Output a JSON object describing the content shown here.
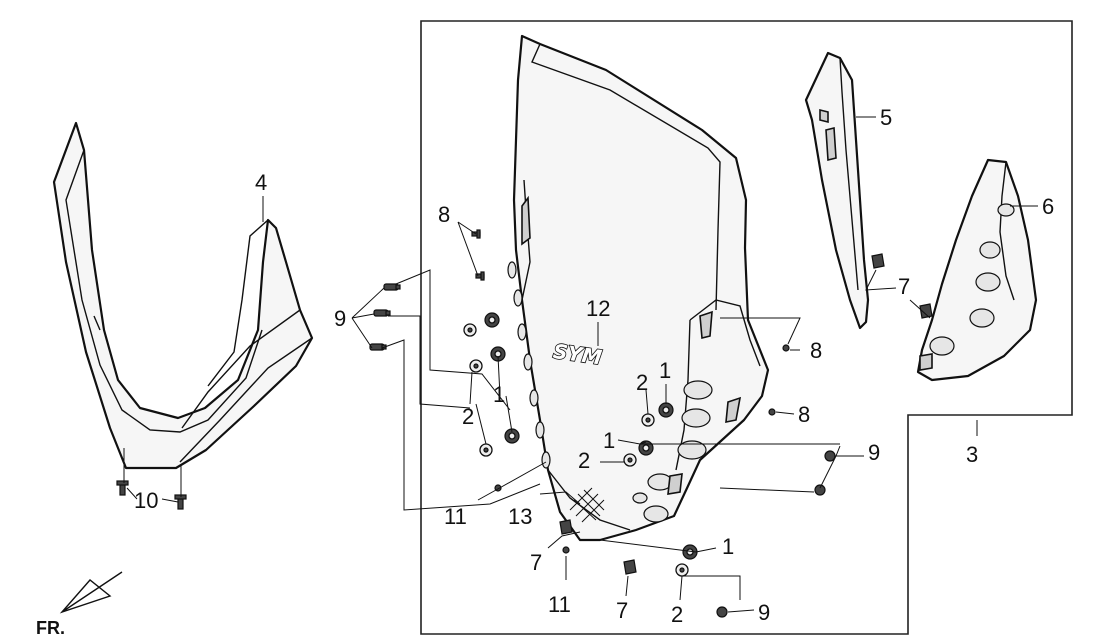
{
  "diagram": {
    "callouts": {
      "c1a": "1",
      "c1b": "1",
      "c1c": "1",
      "c1d": "1",
      "c2a": "2",
      "c2b": "2",
      "c2c": "2",
      "c2d": "2",
      "c3": "3",
      "c4": "4",
      "c5": "5",
      "c6": "6",
      "c7a": "7",
      "c7b": "7",
      "c7c": "7",
      "c8a": "8",
      "c8b": "8",
      "c8c": "8",
      "c9a": "9",
      "c9b": "9",
      "c9c": "9",
      "c10": "10",
      "c11a": "11",
      "c11b": "11",
      "c12": "12",
      "c13": "13"
    },
    "logo_text": "SYM",
    "front_marker": "FR."
  }
}
